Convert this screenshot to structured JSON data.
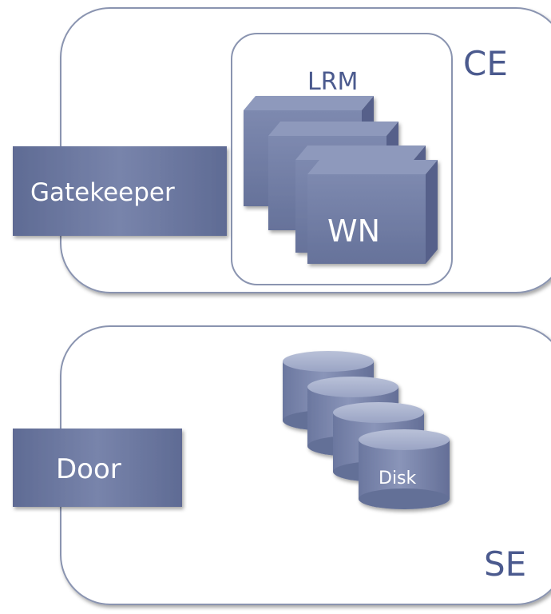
{
  "ce": {
    "label": "CE",
    "lrm_label": "LRM",
    "wn_label": "WN",
    "gatekeeper_label": "Gatekeeper"
  },
  "se": {
    "label": "SE",
    "door_label": "Door",
    "disk_label": "Disk"
  },
  "colors": {
    "box_fill": "#6e7aa0",
    "label_blue": "#4b5a8e",
    "outline": "#8a94b0"
  }
}
